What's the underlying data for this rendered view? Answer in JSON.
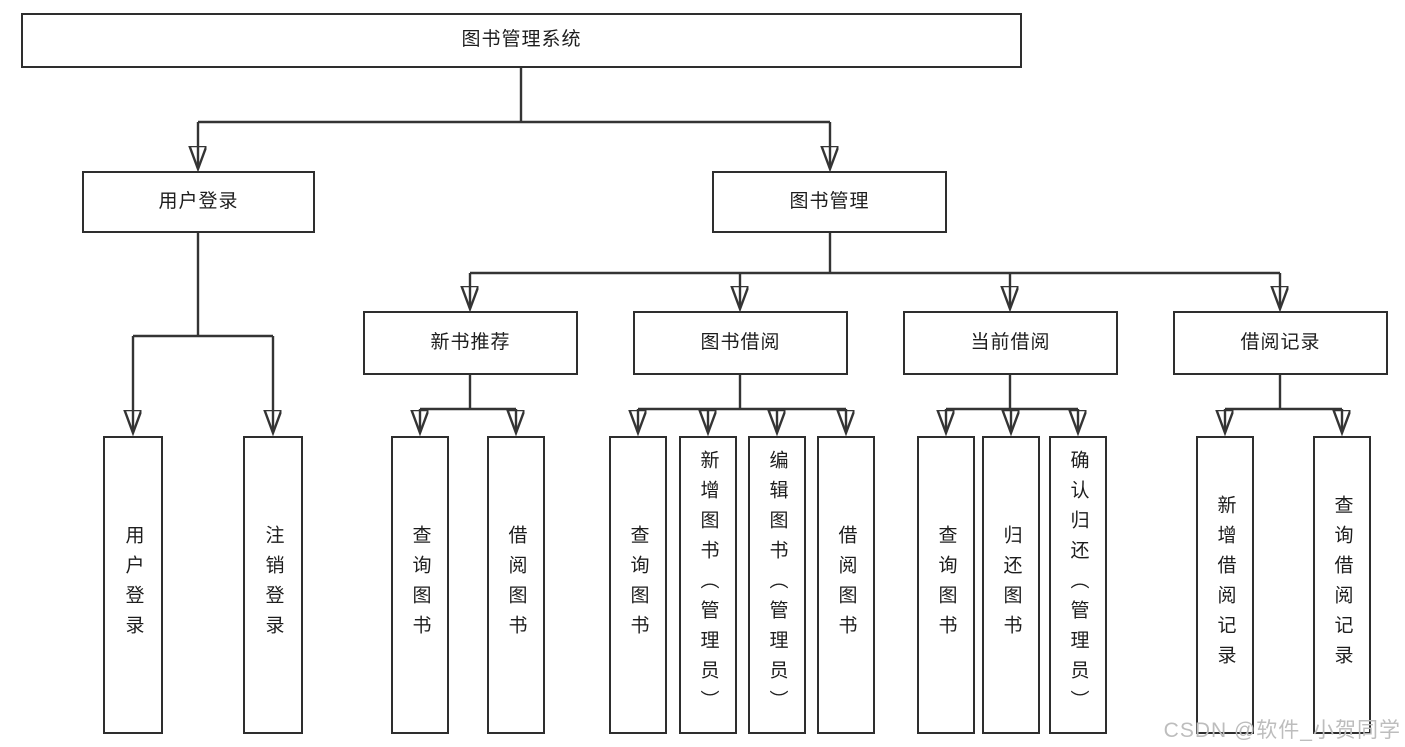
{
  "diagram": {
    "root": {
      "label": "图书管理系统"
    },
    "level2": [
      {
        "label": "用户登录"
      },
      {
        "label": "图书管理"
      }
    ],
    "level3": [
      {
        "label": "新书推荐"
      },
      {
        "label": "图书借阅"
      },
      {
        "label": "当前借阅"
      },
      {
        "label": "借阅记录"
      }
    ],
    "leaves": {
      "userLogin": [
        {
          "label": "用户登录"
        },
        {
          "label": "注销登录"
        }
      ],
      "newBookRec": [
        {
          "label": "查询图书"
        },
        {
          "label": "借阅图书"
        }
      ],
      "bookBorrow": [
        {
          "label": "查询图书"
        },
        {
          "label": "新增图书（管理员）"
        },
        {
          "label": "编辑图书（管理员）"
        },
        {
          "label": "借阅图书"
        }
      ],
      "currentBorrow": [
        {
          "label": "查询图书"
        },
        {
          "label": "归还图书"
        },
        {
          "label": "确认归还（管理员）"
        }
      ],
      "borrowRecords": [
        {
          "label": "新增借阅记录"
        },
        {
          "label": "查询借阅记录"
        }
      ]
    }
  },
  "colors": {
    "line": "#343434",
    "border": "#2e2e2e",
    "text": "#1d1d1d",
    "watermark": "#bdbdbd",
    "background": "#ffffff"
  },
  "watermark": {
    "text": "CSDN @软件_小贺同学"
  }
}
